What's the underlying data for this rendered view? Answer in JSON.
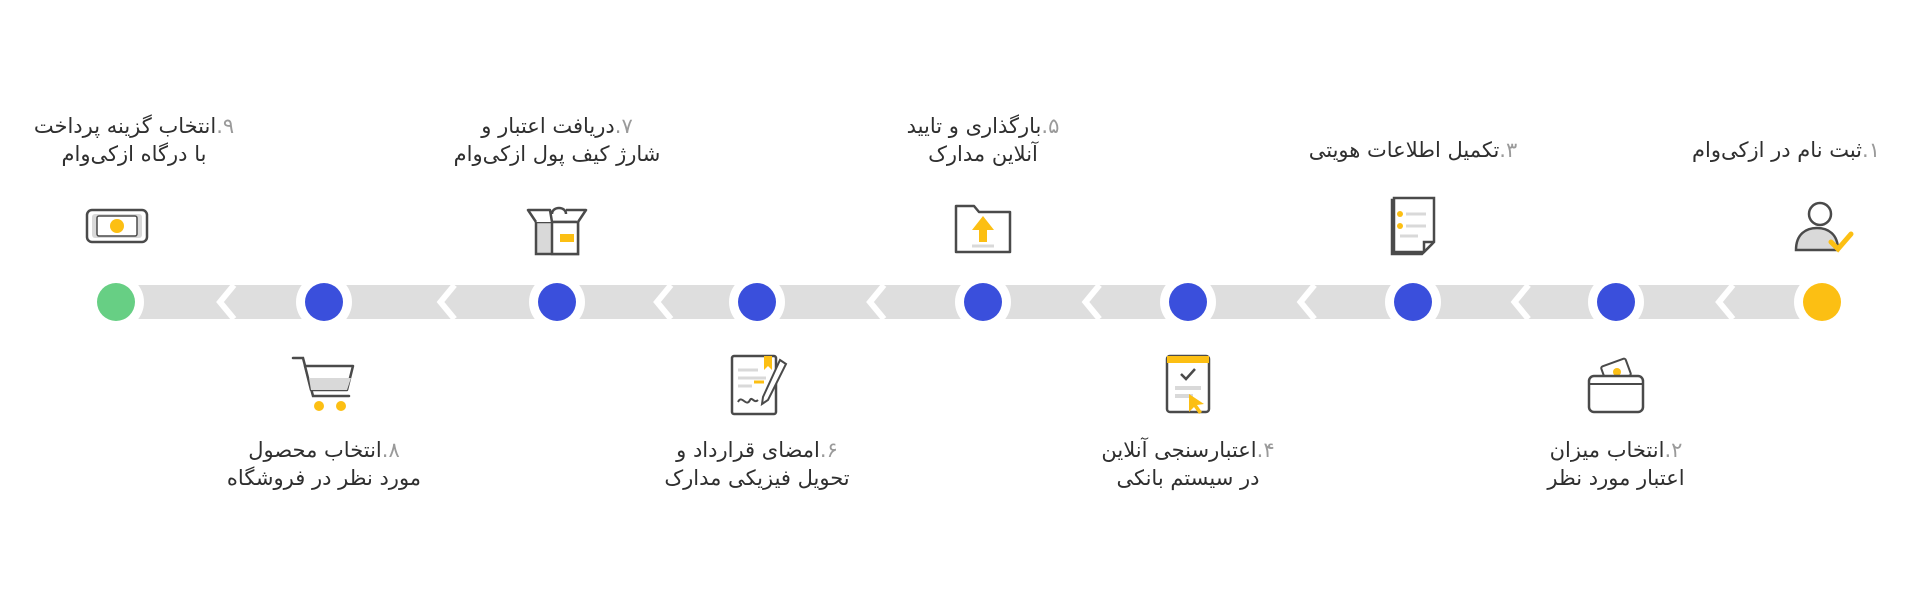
{
  "colors": {
    "track": "#dedede",
    "chevron": "#ffffff",
    "step_dot": "#3a4fdc",
    "start_dot": "#fcbf13",
    "end_dot": "#67cf84",
    "halo": "#ffffff",
    "accent": "#fcbf13",
    "icon_stroke": "#4a4a4a",
    "icon_fill": "#d9d9d9"
  },
  "steps": [
    {
      "num": "۱.",
      "line1": "ثبت نام در ازکی‌وام",
      "line2": "",
      "icon": "user-check-icon"
    },
    {
      "num": "۲.",
      "line1": "انتخاب میزان",
      "line2": "اعتبار مورد نظر",
      "icon": "wallet-icon"
    },
    {
      "num": "۳.",
      "line1": "تکمیل اطلاعات هویتی",
      "line2": "",
      "icon": "form-document-icon"
    },
    {
      "num": "۴.",
      "line1": "اعتبارسنجی آنلاین",
      "line2": "در سیستم بانکی",
      "icon": "online-check-icon"
    },
    {
      "num": "۵.",
      "line1": "بارگذاری و تایید",
      "line2": "آنلاین مدارک",
      "icon": "folder-upload-icon"
    },
    {
      "num": "۶.",
      "line1": "امضای قرارداد و",
      "line2": "تحویل فیزیکی مدارک",
      "icon": "contract-sign-icon"
    },
    {
      "num": "۷.",
      "line1": "دریافت اعتبار و",
      "line2": "شارژ کیف پول ازکی‌وام",
      "icon": "open-box-icon"
    },
    {
      "num": "۸.",
      "line1": "انتخاب محصول",
      "line2": "مورد نظر در فروشگاه",
      "icon": "shopping-cart-icon"
    },
    {
      "num": "۹.",
      "line1": "انتخاب گزینه پرداخت",
      "line2": "با درگاه ازکی‌وام",
      "icon": "payment-card-icon"
    }
  ]
}
